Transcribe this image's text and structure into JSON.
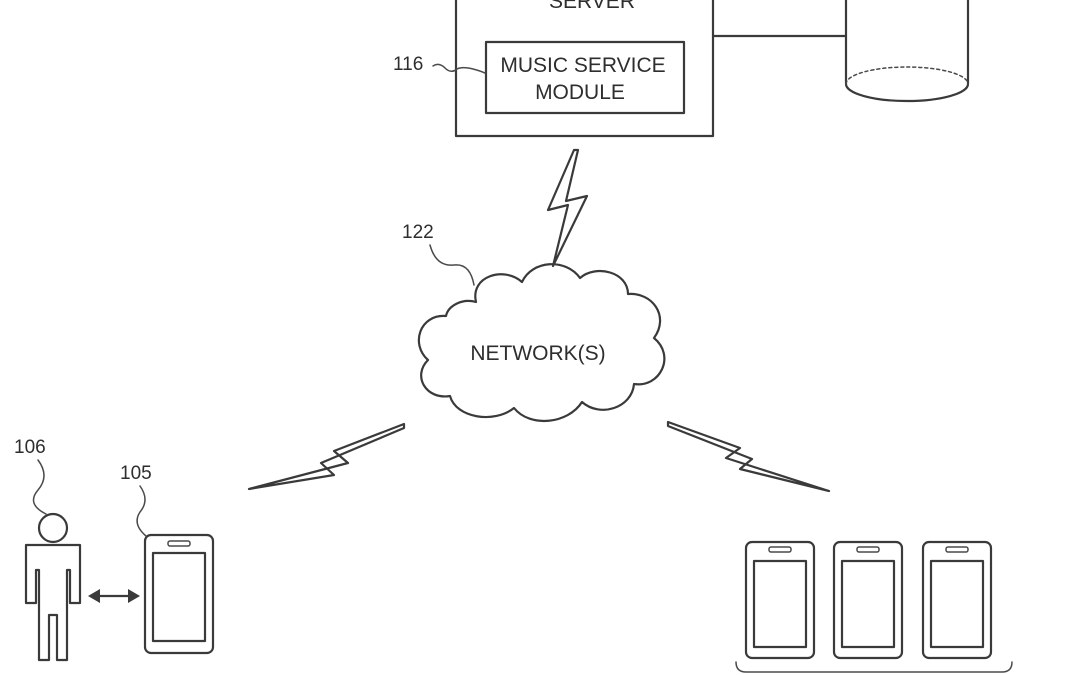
{
  "server": {
    "label": "SERVER",
    "module_label_line1": "MUSIC SERVICE",
    "module_label_line2": "MODULE",
    "module_ref": "116"
  },
  "network": {
    "label": "NETWORK(S)",
    "ref": "122"
  },
  "user": {
    "person_ref": "106",
    "device_ref": "105"
  }
}
